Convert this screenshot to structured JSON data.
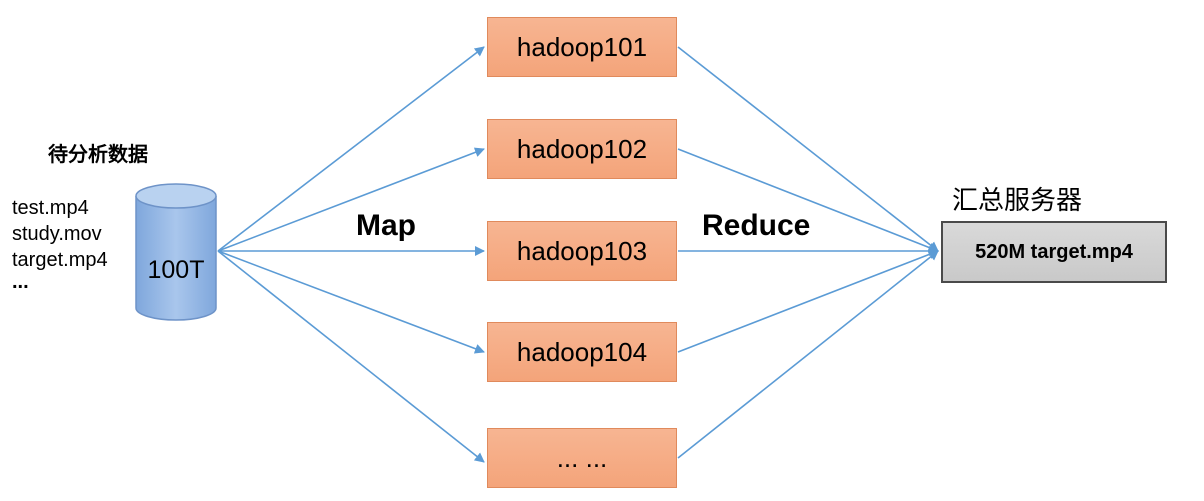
{
  "source": {
    "title": "待分析数据",
    "files": [
      "test.mp4",
      "study.mov",
      "target.mp4",
      "..."
    ],
    "storage_label": "100T"
  },
  "phases": {
    "map_label": "Map",
    "reduce_label": "Reduce"
  },
  "nodes": [
    {
      "label": "hadoop101"
    },
    {
      "label": "hadoop102"
    },
    {
      "label": "hadoop103"
    },
    {
      "label": "hadoop104"
    },
    {
      "label": "... ..."
    }
  ],
  "summary": {
    "title": "汇总服务器",
    "result": "520M target.mp4"
  },
  "colors": {
    "node_fill": "#f6ad86",
    "arrow": "#5b9bd5",
    "cylinder": "#8fb4e3",
    "result_fill": "#d4d4d4"
  }
}
